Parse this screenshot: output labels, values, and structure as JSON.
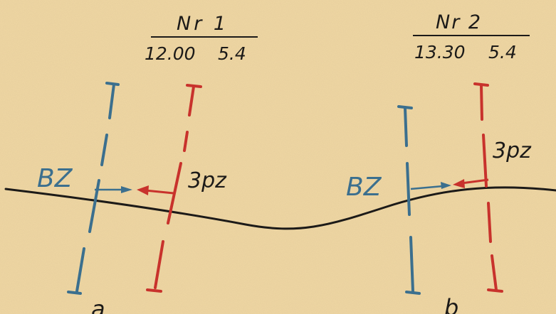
{
  "panels": [
    {
      "number_label": "Nr 1",
      "time_label": "12.00",
      "date_label": "5.4",
      "blue_unit_label": "BZ",
      "red_unit_label": "3pz",
      "letter": "a"
    },
    {
      "number_label": "Nr 2",
      "time_label": "13.30",
      "date_label": "5.4",
      "blue_unit_label": "BZ",
      "red_unit_label": "3pz",
      "letter": "b"
    }
  ],
  "colors": {
    "paper": "#efd7a4",
    "ink": "#1c1a18",
    "blue": "#3b6f8e",
    "red": "#c8322c"
  },
  "icons": {
    "blue_arrow": "arrow-right-icon",
    "red_arrow": "arrow-left-icon"
  }
}
